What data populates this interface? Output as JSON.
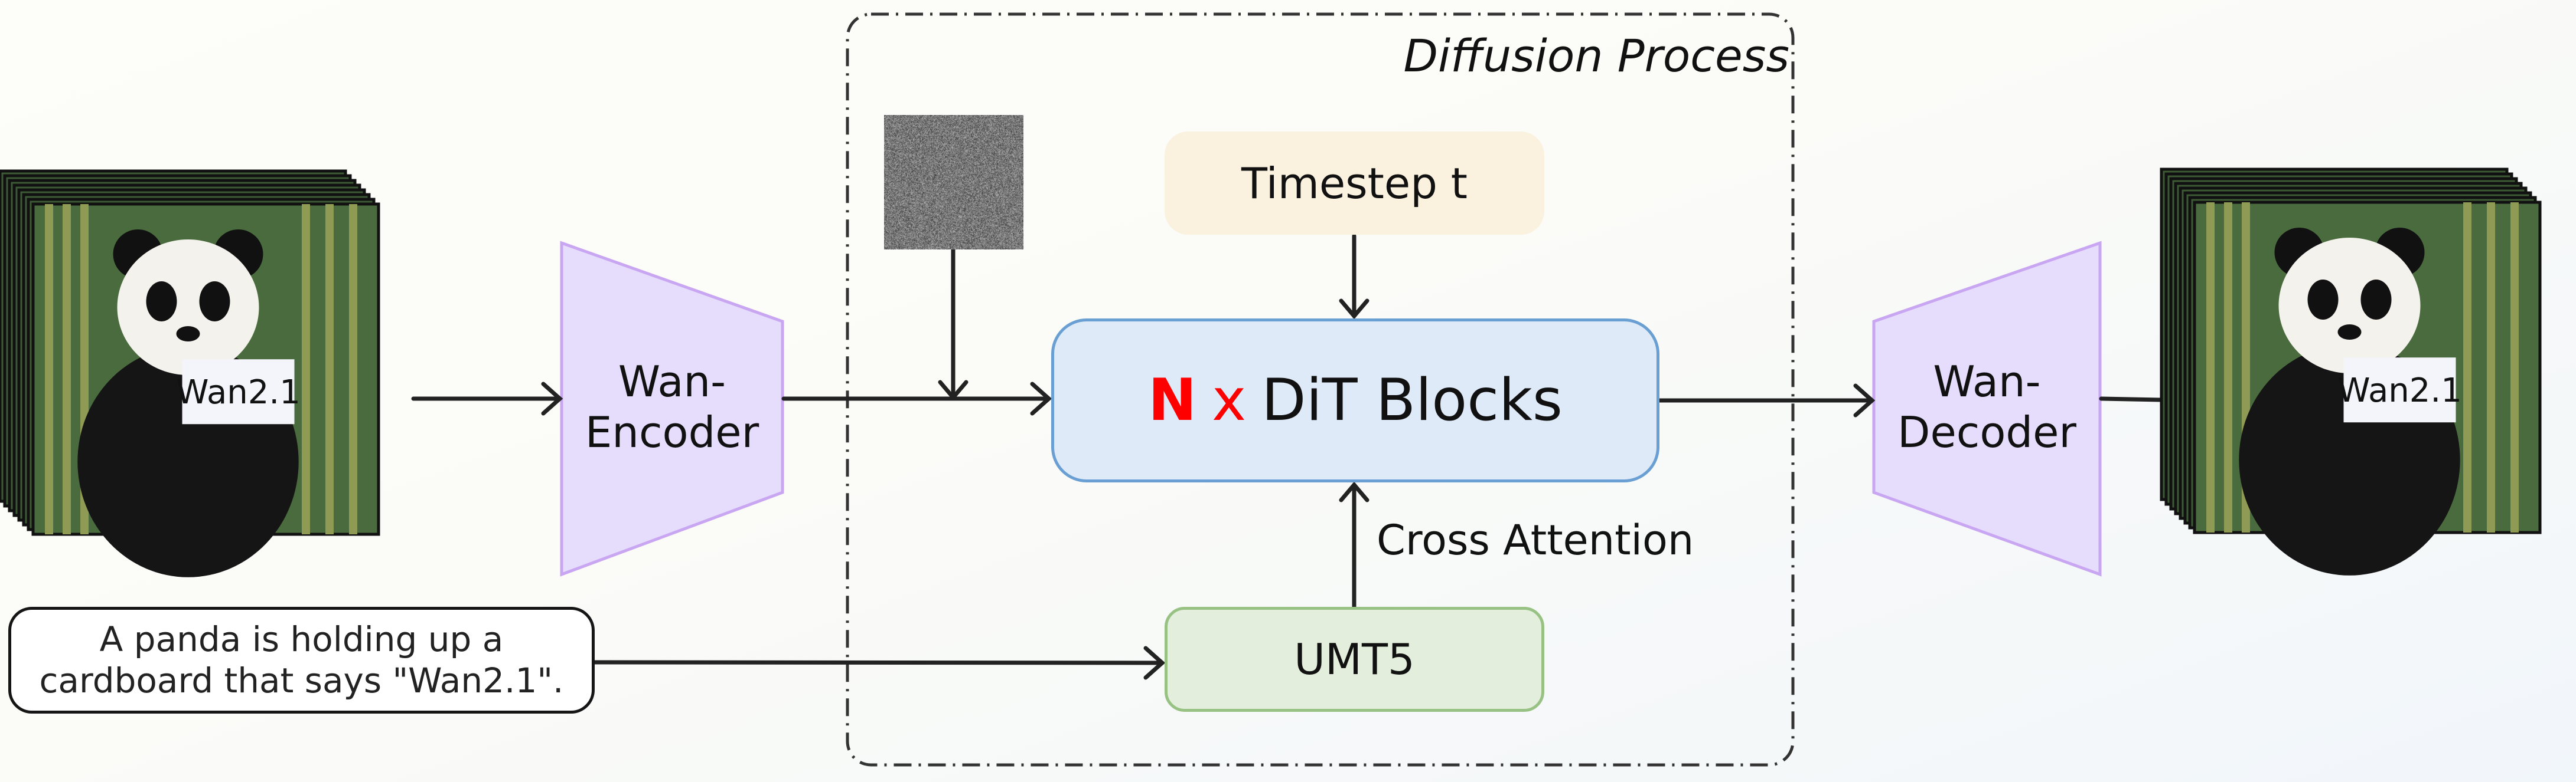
{
  "diffusion_process": {
    "title": "Diffusion Process"
  },
  "timestep": {
    "label": "Timestep t"
  },
  "dit": {
    "count_symbol": "N",
    "times": "x",
    "label": "DiT Blocks"
  },
  "umt5": {
    "label": "UMT5"
  },
  "cross_attention": {
    "label": "Cross Attention"
  },
  "encoder": {
    "line1": "Wan-",
    "line2": "Encoder"
  },
  "decoder": {
    "line1": "Wan-",
    "line2": "Decoder"
  },
  "prompt": {
    "line1": "A panda is holding up a",
    "line2": "cardboard that says \"Wan2.1\"."
  },
  "frames": {
    "sign_text": "Wan2.1"
  },
  "colors": {
    "encoder_fill": "#e6dcfc",
    "encoder_stroke": "#c9a6f2",
    "dit_fill": "#dfeaf9",
    "dit_stroke": "#6a9fd3",
    "timestep_fill": "#faf1df",
    "umt5_fill": "#e3efdc",
    "umt5_stroke": "#98c283",
    "accent_red": "#ff0000"
  }
}
